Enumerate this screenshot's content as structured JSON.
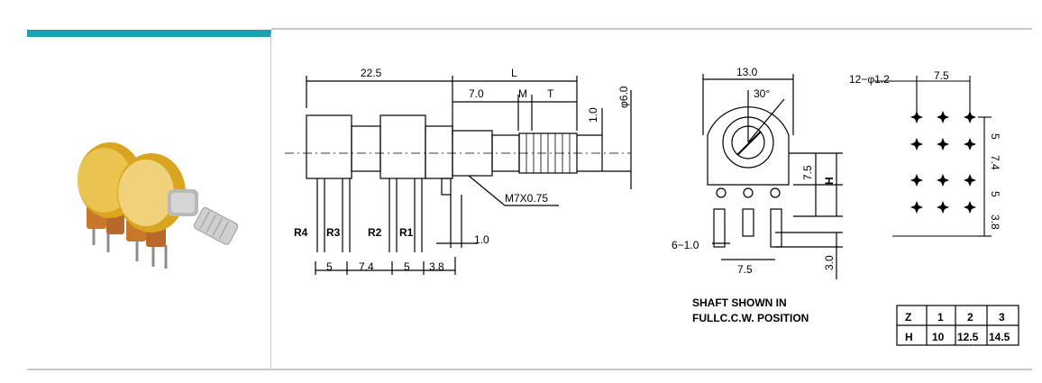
{
  "front_view": {
    "overall_width": "22.5",
    "length": "L",
    "segment_7": "7.0",
    "segment_m": "M",
    "segment_t": "T",
    "flat": "1.0",
    "shaft_dia": "φ6.0",
    "thread": "M7X0.75",
    "terminal_labels": [
      "R4",
      "R3",
      "R2",
      "R1"
    ],
    "tab_offset": "1.0",
    "pitch_values": [
      "5",
      "7.4",
      "5",
      "3.8"
    ]
  },
  "side_view": {
    "width": "13.0",
    "angle": "30°",
    "height_to_center": "7.5",
    "height_h": "H",
    "pin_width": "6−1.0",
    "pin_spacing": "7.5",
    "pin_length": "3.0",
    "caption_line1": "SHAFT SHOWN IN",
    "caption_line2": "FULLC.C.W. POSITION"
  },
  "pcb_layout": {
    "hole_label": "12−φ1.2",
    "col_spacing": "7.5",
    "row_spacings": [
      "5",
      "7.4",
      "5",
      "3.8"
    ]
  },
  "h_table": {
    "header": [
      "Z",
      "1",
      "2",
      "3"
    ],
    "row": [
      "H",
      "10",
      "12.5",
      "14.5"
    ]
  },
  "colors": {
    "accent_bar": "#1c9fb0",
    "rule": "#c9c9c9",
    "body_gold": "#d9a520",
    "terminal_orange": "#c9772b"
  }
}
